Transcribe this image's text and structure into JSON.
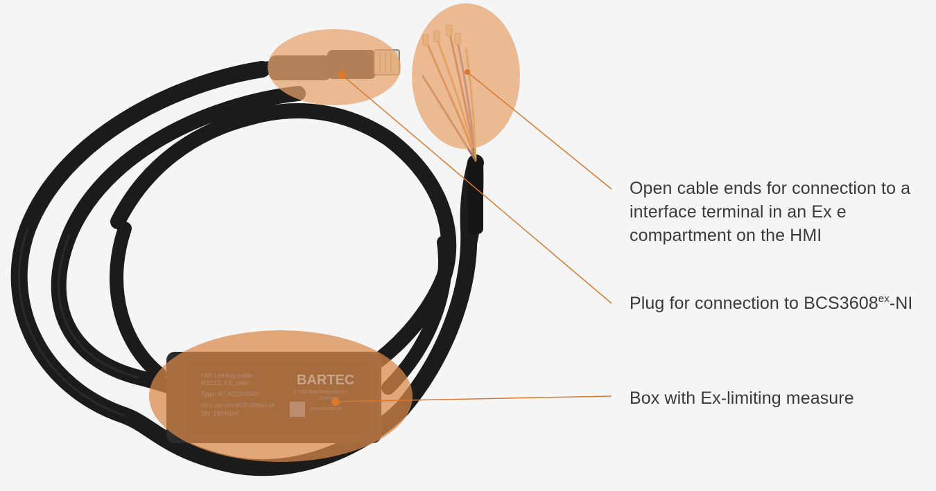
{
  "callouts": {
    "open_ends": "Open cable ends for connection to a interface terminal in an Ex e compartment on the HMI",
    "plug_prefix": "Plug for connection to BCS3608",
    "plug_superscript": "ex",
    "plug_suffix": "-NI",
    "box": "Box with Ex-limiting measure"
  },
  "product_label": {
    "line1": "HMI Limiting cable",
    "line2": "RS232; 1.5; plain",
    "line3": "Type: B7-A2Z0-0040",
    "line4": "Only use with BCS 3608ex-NI",
    "line5": "SN: 18/00106",
    "brand": "BARTEC",
    "address1": "97980 Bad Mergentheim",
    "address2": "Germany",
    "web": "www.bartec.de"
  },
  "colors": {
    "highlight": "#e8a46c",
    "leader_line": "#d9782f",
    "cable": "#1b1b1b",
    "text": "#3a3a3a",
    "background": "#f5f5f5"
  }
}
